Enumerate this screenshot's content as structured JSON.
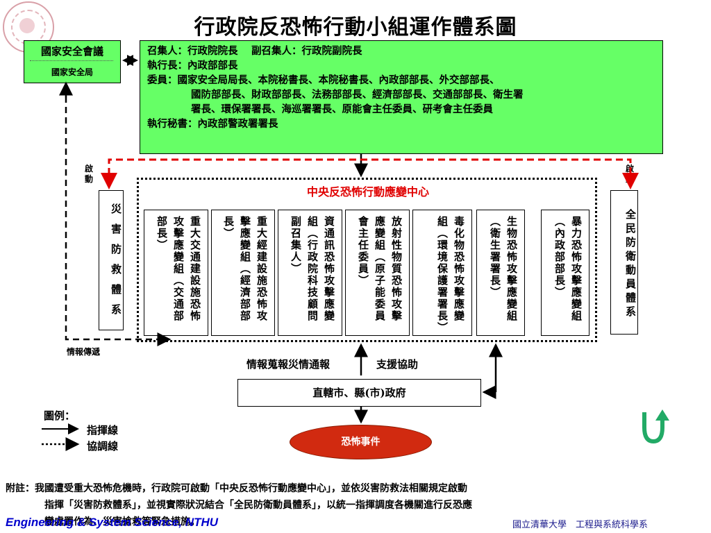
{
  "title": "行政院反恐怖行動小組運作體系圖",
  "nsc": {
    "name": "國家安全會議",
    "sub": "國家安全局"
  },
  "exec_box": {
    "line1": "召集人：行政院院長　 副召集人：行政院副院長",
    "line2": "執行長：內政部部長",
    "line3": "委員：國家安全局局長、本院秘書長、本院秘書長、內政部部長、外交部部長、",
    "line4": "國防部部長、財政部部長、法務部部長、經濟部部長、交通部部長、衛生署",
    "line5": "署長、環保署署長、海巡署署長、原能會主任委員、研考會主任委員",
    "line6": "執行秘書：內政部警政署署長"
  },
  "center_title": "中央反恐怖行動應變中心",
  "launch_left": "啟動",
  "launch_right": "啟動",
  "left_system": "災害防救體系",
  "right_system": "全民防衛動員體系",
  "groups": [
    "重大交通建設施恐怖攻擊應變組（交通部部長）",
    "重大經建設施恐怖攻擊應變組（經濟部部長）",
    "資通訊恐怖攻擊應變組（行政院科技顧問副召集人）",
    "放射性物質恐怖攻擊應變組（原子能委員會主任委員）",
    "毒化物恐怖攻擊應變組（環境保護署署長）",
    "生物恐怖攻擊應變組（衛生署署長）",
    "暴力恐怖攻擊應變組（內政部部長）"
  ],
  "intel_pass": "情報傳遞",
  "intel_report": "情報蒐報災情通報",
  "support": "支援協助",
  "city": "直轄市、縣(市)政府",
  "event": "恐怖事件",
  "legend": {
    "title": "圖例：",
    "command": "指揮線",
    "coordinate": "協調線"
  },
  "note": {
    "line1": "附註：我國遭受重大恐怖危機時，行政院可啟動「中央反恐怖行動應變中心」，並依災害防救法相關規定啟動",
    "line2": "指揮「災害防救體系」，並視實際狀況結合「全民防衛動員體系」，以統一指揮調度各機關進行反恐應",
    "line3": "變處置作為、災害搶救等緊急措施。"
  },
  "footer_left": "Engineering & System Science, NTHU",
  "footer_right": "國立清華大學　工程與系統科學系",
  "colors": {
    "green": "#66ff66",
    "red_dashed": "#e00000",
    "event": "#d12a10",
    "footer_blue": "#0000cc",
    "arrow_green": "#22aa66"
  }
}
